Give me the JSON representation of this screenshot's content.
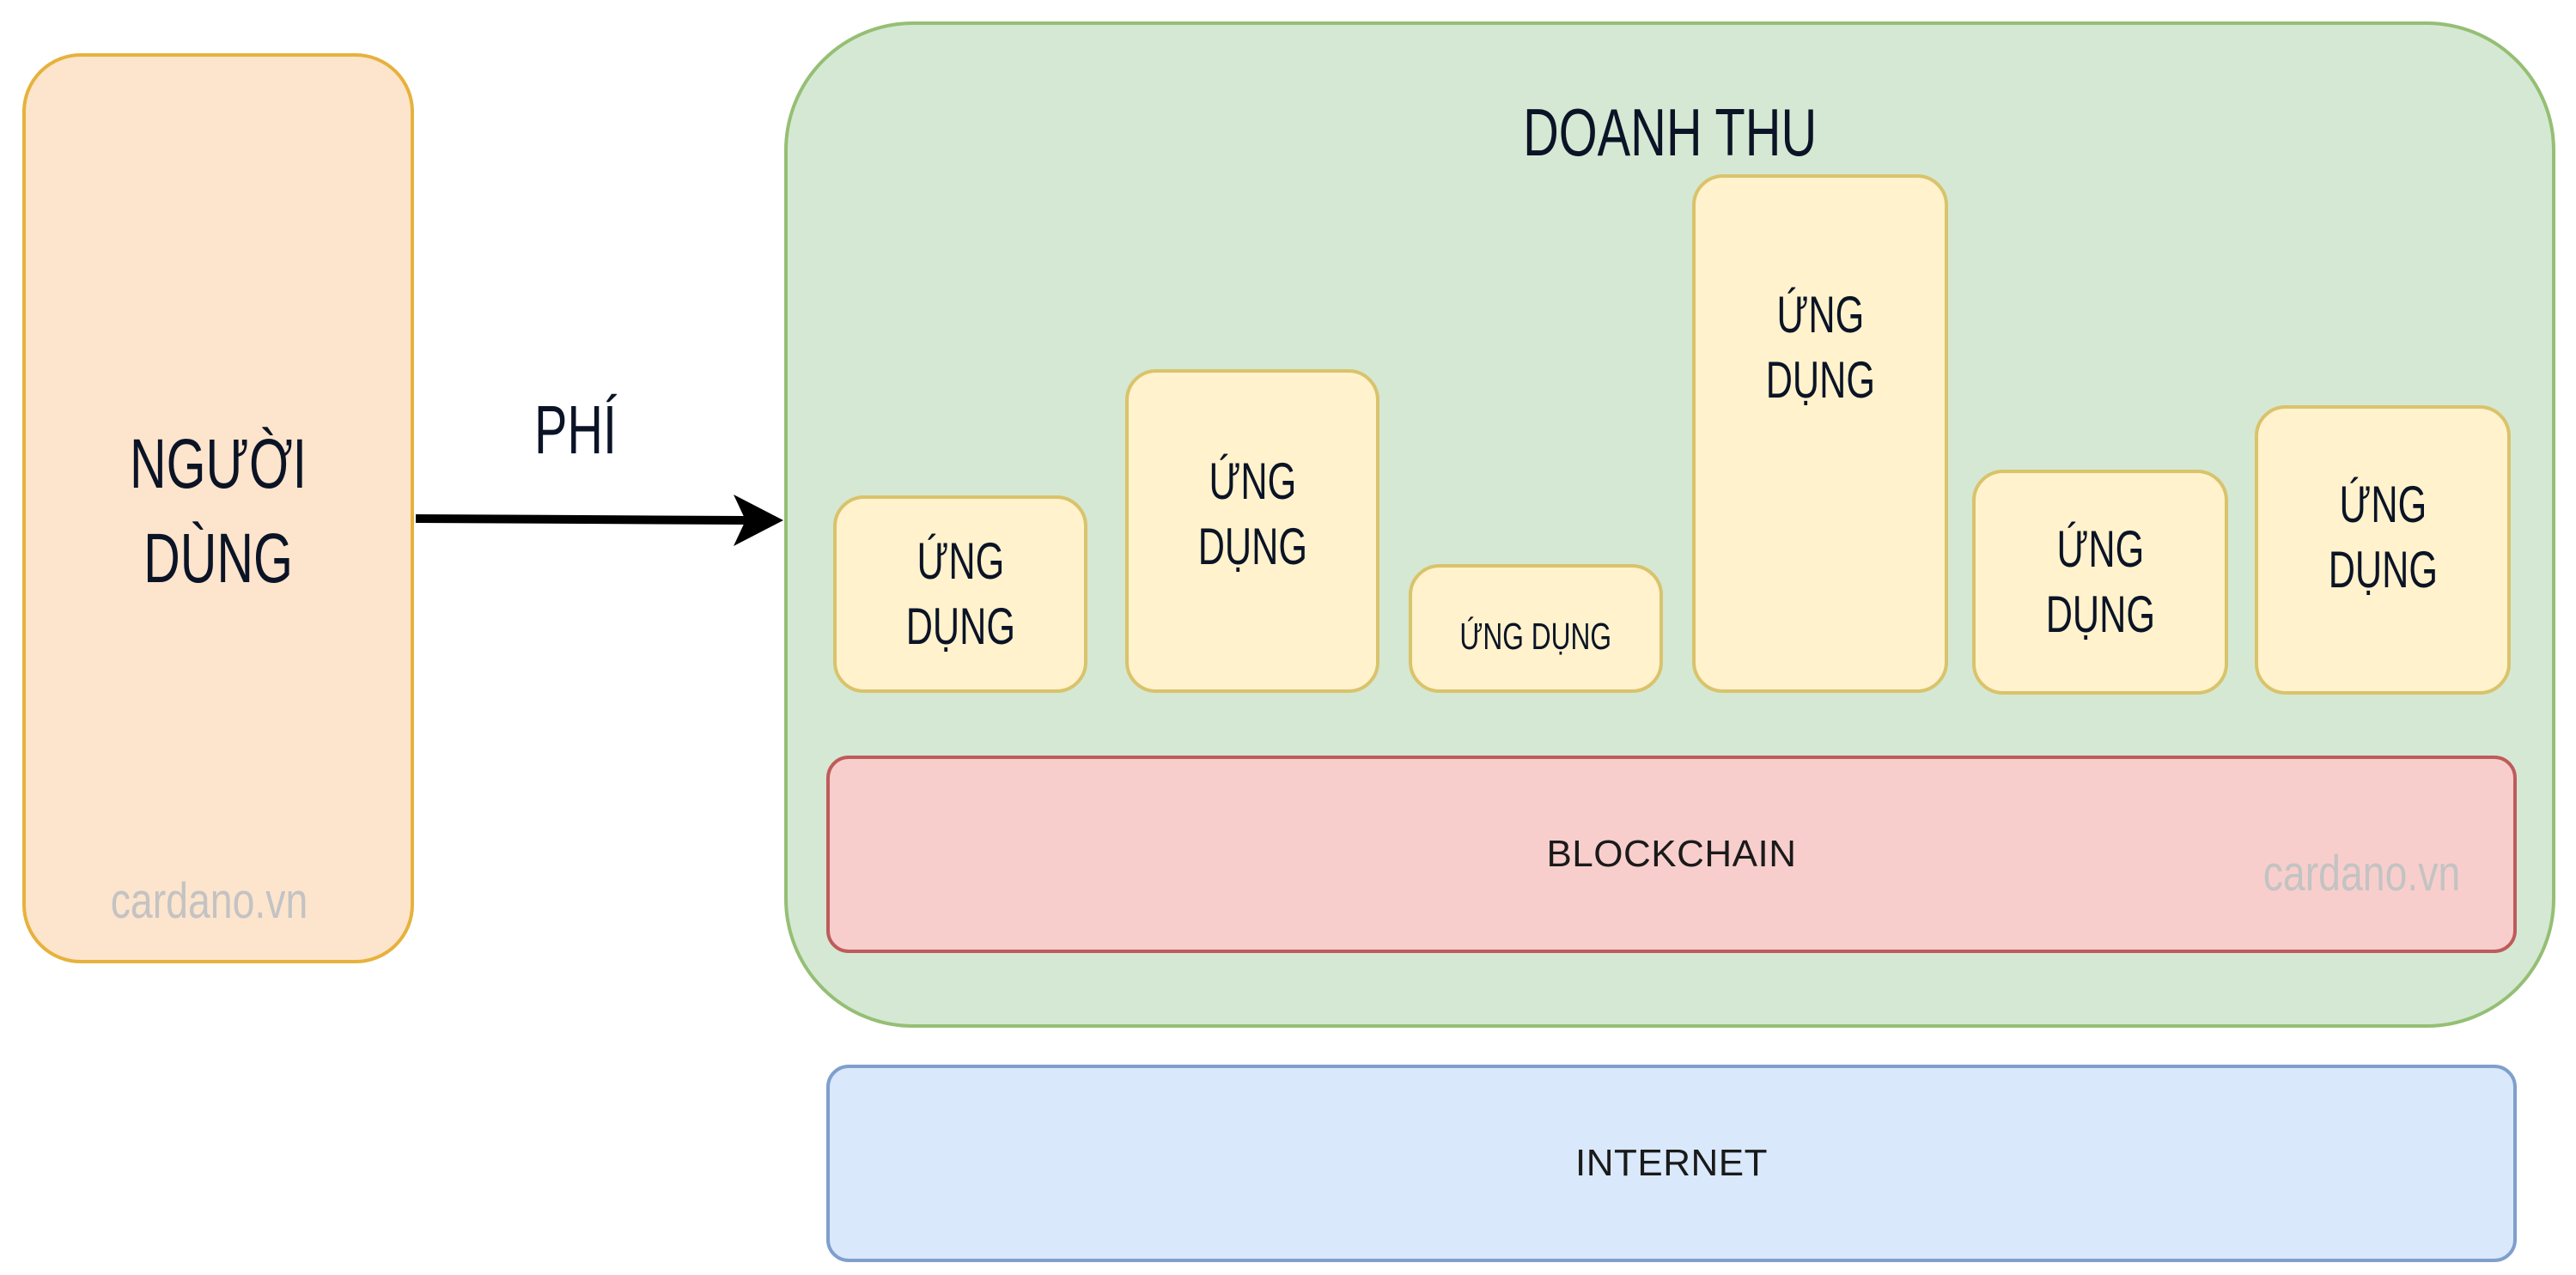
{
  "user": {
    "line1": "NGƯỜI",
    "line2": "DÙNG",
    "watermark": "cardano.vn"
  },
  "fee": {
    "label": "PHÍ"
  },
  "revenue": {
    "title": "DOANH THU",
    "watermark": "cardano.vn",
    "apps": [
      {
        "label": "ỨNG\nDỤNG"
      },
      {
        "label": "ỨNG\nDỤNG"
      },
      {
        "label": "ỨNG DỤNG"
      },
      {
        "label": "ỨNG\nDỤNG"
      },
      {
        "label": "ỨNG\nDỤNG"
      },
      {
        "label": "ỨNG\nDỤNG"
      }
    ]
  },
  "layers": {
    "blockchain": "BLOCKCHAIN",
    "internet": "INTERNET"
  },
  "colors": {
    "user_fill": "#fde4cc",
    "user_border": "#e6b23c",
    "revenue_fill": "#d5e8d4",
    "revenue_border": "#95bf74",
    "app_fill": "#fff2cc",
    "app_border": "#d9c36b",
    "blockchain_fill": "#f8cecc",
    "blockchain_border": "#bf5b5b",
    "internet_fill": "#dae8fc",
    "internet_border": "#7f9fcc",
    "arrow": "#000000"
  }
}
